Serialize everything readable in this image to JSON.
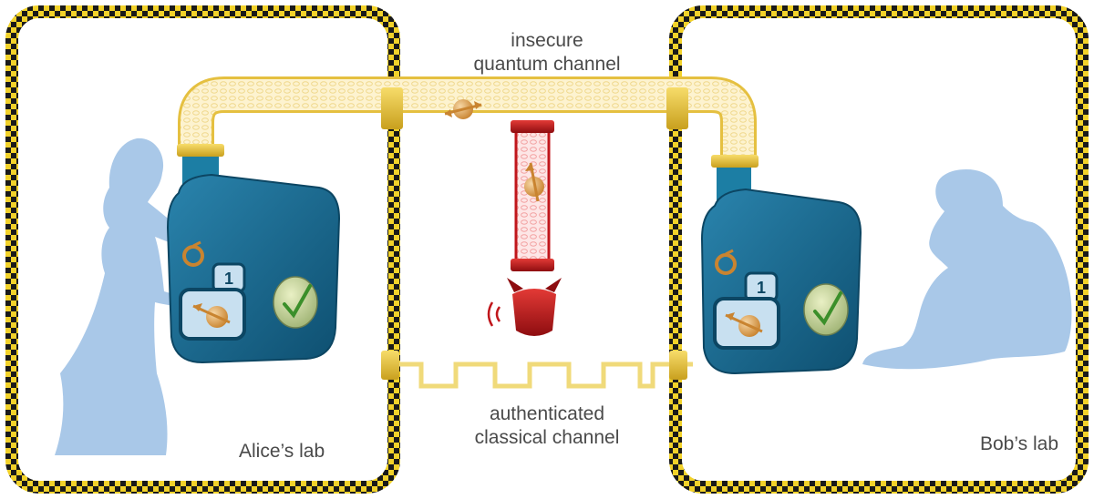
{
  "labels": {
    "quantum_line1": "insecure",
    "quantum_line2": "quantum channel",
    "classical_line1": "authenticated",
    "classical_line2": "classical channel",
    "alice_lab": "Alice’s lab",
    "bob_lab": "Bob’s lab",
    "counter_alice": "1",
    "counter_bob": "1"
  },
  "icons": {
    "alice": "alice-silhouette-icon",
    "bob": "bob-silhouette-icon",
    "device_alice": "quantum-device-icon",
    "device_bob": "quantum-device-icon",
    "photon": "photon-qubit-icon",
    "eavesdropper": "devil-eavesdropper-icon",
    "checkmark": "checkmark-icon"
  },
  "colors": {
    "checker_dark": "#1a1a1a",
    "checker_light": "#f2d22a",
    "silhouette": "#a9c8e8",
    "device": "#1a6f96",
    "quantum_pipe": "#e6c84a",
    "eve_pipe": "#c0161b",
    "classical_wire": "#f0da7a"
  }
}
